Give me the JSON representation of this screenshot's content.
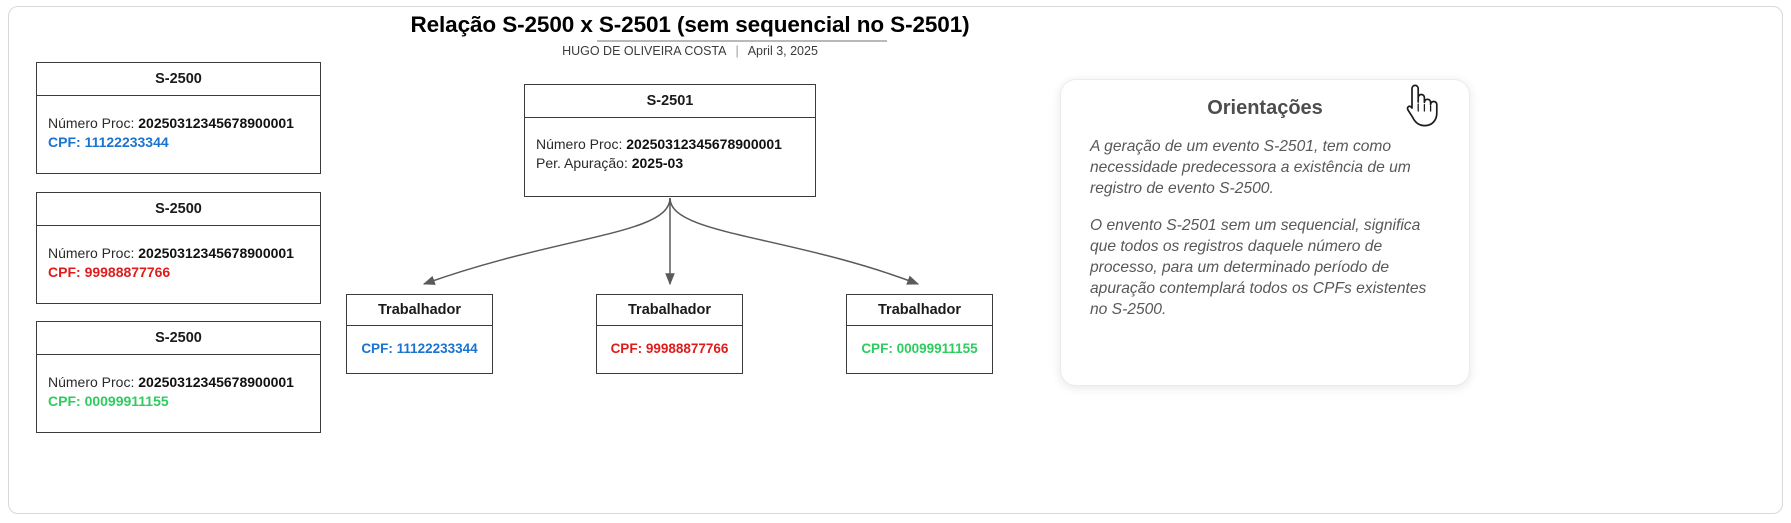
{
  "header": {
    "title": "Relação S-2500 x S-2501 (sem sequencial no S-2501)",
    "author": "HUGO DE OLIVEIRA COSTA",
    "separator": "|",
    "date": "April 3, 2025"
  },
  "colors": {
    "cpf_blue": "#1a73d0",
    "cpf_red": "#e01b1b",
    "cpf_green": "#2ecc5f",
    "node_border": "#3b3b3b",
    "panel_text": "#585858"
  },
  "s2500_boxes": [
    {
      "header": "S-2500",
      "proc_label": "Número Proc:",
      "proc_value": "20250312345678900001",
      "cpf_label": "CPF:",
      "cpf_value": "11122233344",
      "cpf_color": "blue"
    },
    {
      "header": "S-2500",
      "proc_label": "Número Proc:",
      "proc_value": "20250312345678900001",
      "cpf_label": "CPF:",
      "cpf_value": "99988877766",
      "cpf_color": "red"
    },
    {
      "header": "S-2500",
      "proc_label": "Número Proc:",
      "proc_value": "20250312345678900001",
      "cpf_label": "CPF:",
      "cpf_value": "00099911155",
      "cpf_color": "green"
    }
  ],
  "s2501": {
    "header": "S-2501",
    "proc_label": "Número Proc:",
    "proc_value": "20250312345678900001",
    "period_label": "Per. Apuração:",
    "period_value": "2025-03"
  },
  "trabalhadores": [
    {
      "header": "Trabalhador",
      "cpf_label": "CPF:",
      "cpf_value": "11122233344",
      "cpf_color": "blue"
    },
    {
      "header": "Trabalhador",
      "cpf_label": "CPF:",
      "cpf_value": "99988877766",
      "cpf_color": "red"
    },
    {
      "header": "Trabalhador",
      "cpf_label": "CPF:",
      "cpf_value": "00099911155",
      "cpf_color": "green"
    }
  ],
  "orientacoes": {
    "title": "Orientações",
    "paragraph1": "A geração de um evento S-2501, tem como necessidade predecessora a existência de um registro de evento S-2500.",
    "paragraph2": "O envento S-2501 sem um sequencial, significa que todos os registros daquele número de processo, para um determinado período de apuração contemplará todos os CPFs existentes no S-2500."
  },
  "cursor": {
    "icon": "hand-pointer-cursor"
  }
}
